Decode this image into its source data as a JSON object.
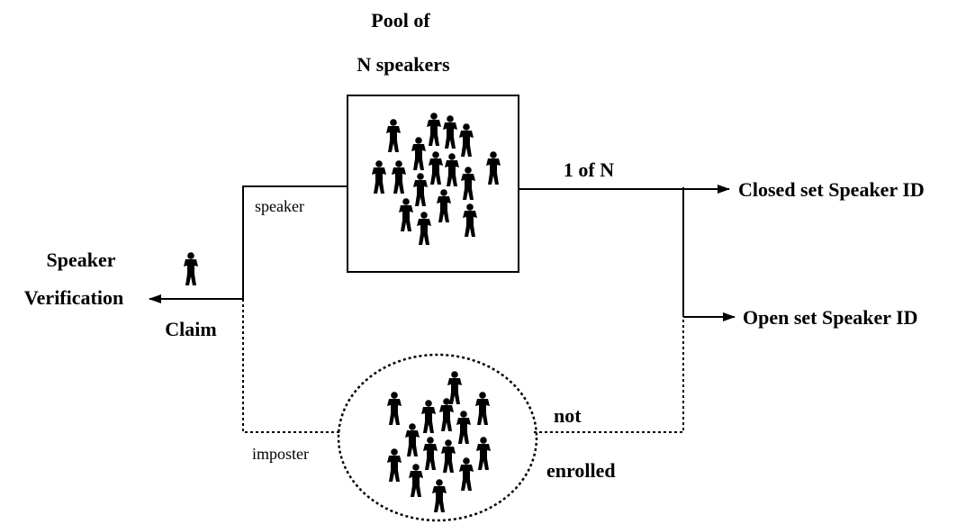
{
  "pool": {
    "title_line1": "Pool of",
    "title_line2": "N speakers"
  },
  "labels": {
    "one_of_n": "1 of N",
    "closed_set": "Closed set Speaker ID",
    "open_set": "Open set Speaker ID",
    "speaker": "speaker",
    "verification_line1": "Speaker",
    "verification_line2": "Verification",
    "claim": "Claim",
    "imposter": "imposter",
    "not": "not",
    "enrolled": "enrolled"
  },
  "colors": {
    "ink": "#000000",
    "background": "#ffffff"
  },
  "icons": {
    "person": "person-icon"
  }
}
